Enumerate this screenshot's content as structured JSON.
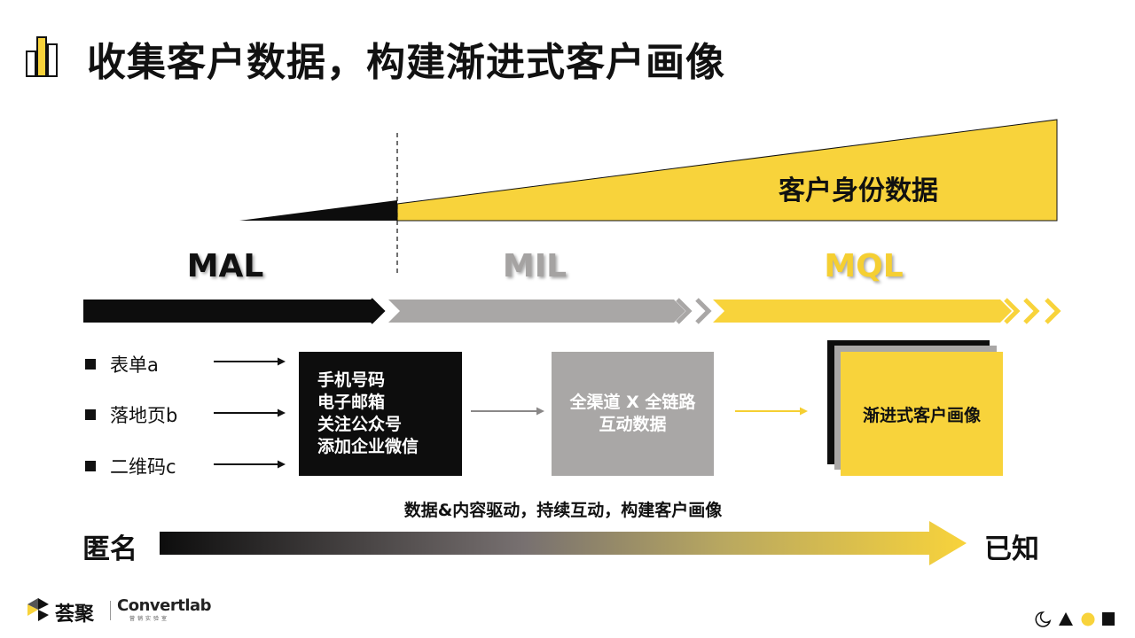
{
  "title": "收集客户数据，构建渐进式客户画像",
  "identity_label": "客户身份数据",
  "stages": {
    "mal": "MAL",
    "mil": "MIL",
    "mql": "MQL"
  },
  "sources": [
    "表单a",
    "落地页b",
    "二维码c"
  ],
  "black_box_lines": [
    "手机号码",
    "电子邮箱",
    "关注公众号",
    "添加企业微信"
  ],
  "gray_box_lines": [
    "全渠道 X 全链路",
    "互动数据"
  ],
  "yellow_box_label": "渐进式客户画像",
  "caption": "数据&内容驱动，持续互动，构建客户画像",
  "anonymous_label": "匿名",
  "known_label": "已知",
  "brand": {
    "name": "荟聚",
    "partner": "Convertlab",
    "partner_sub": "营销实验室"
  },
  "colors": {
    "yellow": "#f8d33b",
    "gray": "#a9a7a6",
    "black": "#0d0d0d"
  }
}
